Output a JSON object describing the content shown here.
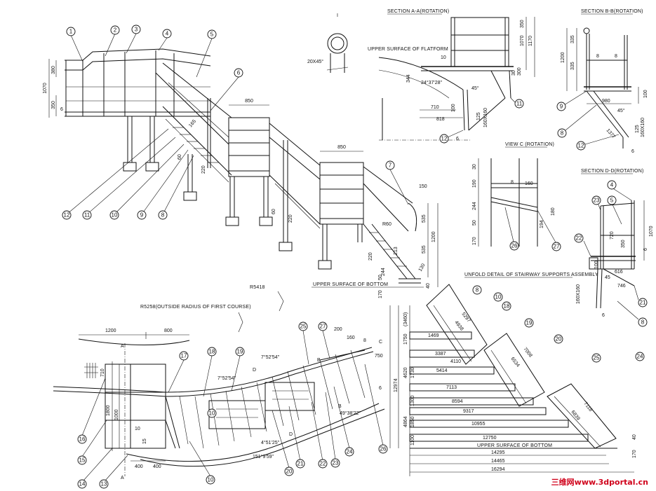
{
  "sections": {
    "a": "SECTION A-A(ROTATION)",
    "b": "SECTION B-B(ROTATION)",
    "c": "VIEW C (ROTATION)",
    "d": "SECTION D-D(ROTATION)",
    "i": "I",
    "unfold": "UNFOLD DETAIL OF STAIRWAY SUPPORTS ASSEMBLY"
  },
  "labels": {
    "upper_platform": "UPPER SURFACE OF FLATFORM",
    "upper_bottom_1": "UPPER SURFACE OF BOTTOM",
    "upper_bottom_2": "UPPER SURFACE OF BOTTOM",
    "r5258": "R5258(OUTSIDE RADIUS OF FIRST COURSE)",
    "r5418": "R5418",
    "pipe": "20X45°"
  },
  "watermark": "三维网www.3dportal.cn",
  "callouts": {
    "c1": "1",
    "c2": "2",
    "c3": "3",
    "c4": "4",
    "c5": "5",
    "c6": "6",
    "c7": "7",
    "c12": "12",
    "c11": "11",
    "c10": "10",
    "c9": "9",
    "c8": "8",
    "a11": "11",
    "a12": "12",
    "b9": "9",
    "b8": "8",
    "b12": "12",
    "c26": "26",
    "c27": "27",
    "d4": "4",
    "d5": "5",
    "d23": "23",
    "d22": "22",
    "d21": "21",
    "d8": "8",
    "u8": "8",
    "u10": "10",
    "u18": "18",
    "u19": "19",
    "u20": "20",
    "u25": "25",
    "u24": "24",
    "p16": "16",
    "p15": "15",
    "p14": "14",
    "p13": "13",
    "p17": "17",
    "p18": "18",
    "p10": "10",
    "p19": "19",
    "p20": "20",
    "p21": "21",
    "p22": "22",
    "p23": "23",
    "p24": "24",
    "p25": "25",
    "p26": "26",
    "p27": "27",
    "p10b": "10"
  },
  "dims": {
    "d1070": "1070",
    "d380": "380",
    "d350": "350",
    "d6": "6",
    "d165": "165",
    "d60": "60",
    "d220": "220",
    "d850a": "850",
    "d850b": "850",
    "d150": "150",
    "dR60": "R60",
    "d535a": "535",
    "d535b": "535",
    "d1200": "1200",
    "d220b": "220",
    "d244": "244",
    "d50": "50",
    "d170": "170",
    "d40": "40",
    "d213": "213",
    "d130": "130",
    "a350": "350",
    "a1070": "1070",
    "a1170": "1170",
    "a344": "344",
    "a10": "10",
    "a242": "24°37'28\"",
    "a45": "45°",
    "a710": "710",
    "a818": "818",
    "a100": "100",
    "a125": "125",
    "a160": "160X160",
    "a30": "30",
    "a300": "300",
    "a6": "6",
    "b335a": "335",
    "b335b": "335",
    "b1200": "1200",
    "b8a": "8",
    "b8b": "8",
    "b980": "980",
    "b100": "100",
    "b45": "45°",
    "b1377": "1377",
    "b125": "125",
    "b160": "160X160",
    "b6": "6",
    "c30": "30",
    "c190": "190",
    "c8": "8",
    "c160": "160",
    "c244": "244",
    "c50": "50",
    "c170": "170",
    "c194": "194",
    "c180": "180",
    "d720": "720",
    "d350d": "350",
    "d1070d": "1070",
    "d616": "616",
    "d746": "746",
    "d45": "45",
    "d6d": "6",
    "d100d": "100",
    "d160d": "160X160",
    "u1469": "1469",
    "u3387": "3387",
    "u4110": "4110",
    "u5414": "5414",
    "u7113": "7113",
    "u8594": "8594",
    "u9317": "9317",
    "u10955": "10955",
    "u12750": "12750",
    "u14295": "14295",
    "u14465": "14465",
    "u16294": "16294",
    "u5297": "5297",
    "u4938": "4938",
    "u6534": "6534",
    "u7008": "7008",
    "u6839": "6839",
    "u7118": "7118",
    "u1750": "1750",
    "u3460": "(3460)",
    "u12974": "12974",
    "u4620": "4620",
    "u1730": "1730",
    "u4864": "4864",
    "u1300": "1300",
    "u1850": "1850",
    "u1100": "1100",
    "u40": "40",
    "u170": "170",
    "p1200": "1200",
    "p800": "800",
    "p710": "710",
    "p1800": "1800",
    "p1000": "1000",
    "p400a": "400",
    "p400b": "400",
    "p15": "15",
    "p10": "10",
    "p7a": "7°52'54\"",
    "p7b": "7°52'54\"",
    "p4": "4°51'25\"",
    "p151": "151°9'59\"",
    "p49": "49°38'22\"",
    "p200": "200",
    "p750": "750",
    "p160": "160",
    "p8": "8",
    "p6": "6"
  }
}
